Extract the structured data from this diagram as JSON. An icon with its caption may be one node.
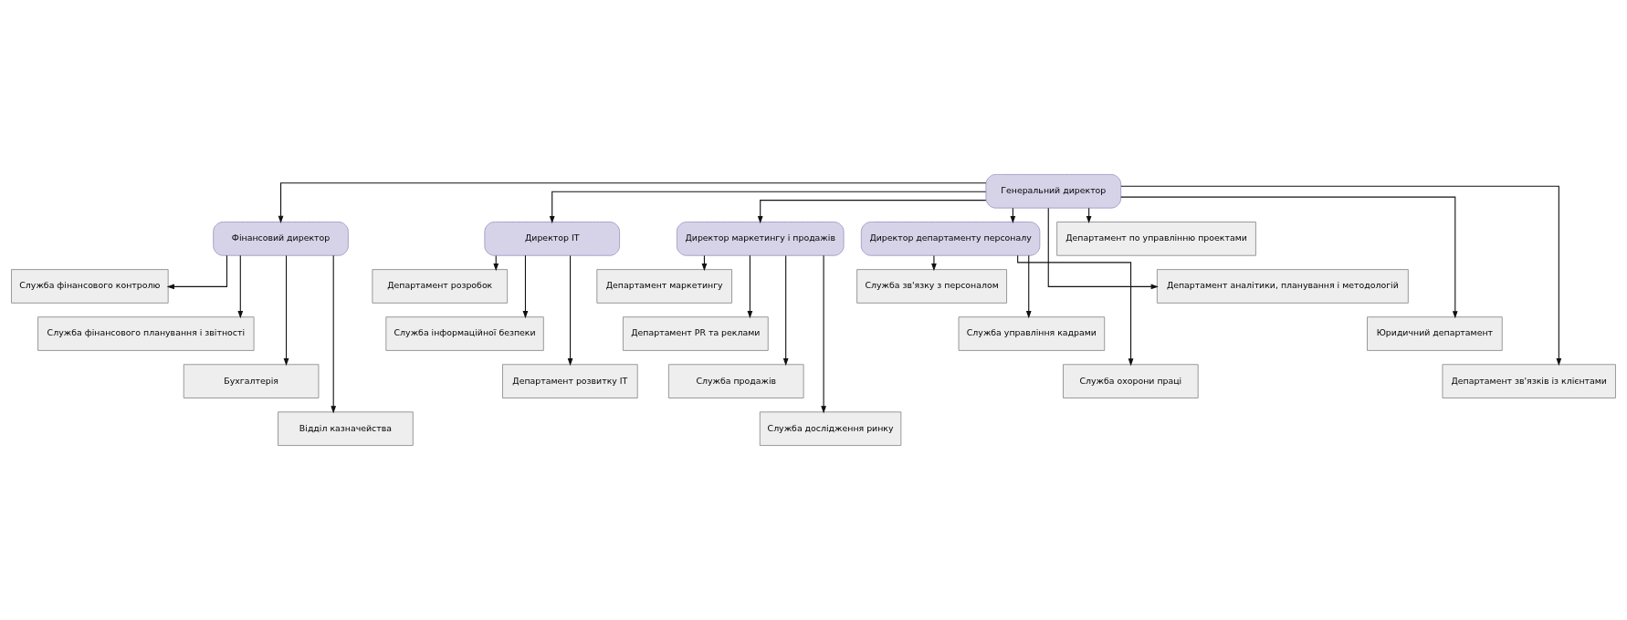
{
  "diagram": {
    "nodes": [
      {
        "text": [
          "Генеральний директор"
        ]
      },
      {
        "text": [
          "Фінансовий директор"
        ]
      },
      {
        "text": [
          "Директор IT"
        ]
      },
      {
        "text": [
          "Директор маркетингу і продажів"
        ]
      },
      {
        "text": [
          "Директор департаменту персоналу"
        ]
      },
      {
        "text": [
          "Департамент по управлінню проектами"
        ]
      },
      {
        "text": [
          "Департамент аналітики, планування і методологій"
        ]
      },
      {
        "text": [
          "Юридичний департамент"
        ]
      },
      {
        "text": [
          "Департамент зв'язків із клієнтами"
        ]
      },
      {
        "text": [
          "Служба фінансового контролю"
        ]
      },
      {
        "text": [
          "Служба фінансового планування і звітності"
        ]
      },
      {
        "text": [
          "Бухгалтерія"
        ]
      },
      {
        "text": [
          "Відділ казначейства"
        ]
      },
      {
        "text": [
          "Департамент розробок"
        ]
      },
      {
        "text": [
          "Служба інформаційної безпеки"
        ]
      },
      {
        "text": [
          "Департамент розвитку IT"
        ]
      },
      {
        "text": [
          "Департамент маркетингу"
        ]
      },
      {
        "text": [
          "Департамент PR та реклами"
        ]
      },
      {
        "text": [
          "Служба продажів"
        ]
      },
      {
        "text": [
          "Служба дослідження ринку"
        ]
      },
      {
        "text": [
          "Служба зв'язку з персоналом"
        ]
      },
      {
        "text": [
          "Служба управління кадрами"
        ]
      },
      {
        "text": [
          "Служба охорони праці"
        ]
      }
    ],
    "edges": [
      {
        "from": 0,
        "to": 1,
        "arrow": "to"
      },
      {
        "from": 0,
        "to": 2,
        "arrow": "to"
      },
      {
        "from": 0,
        "to": 3,
        "arrow": "to"
      },
      {
        "from": 0,
        "to": 4,
        "arrow": "to"
      },
      {
        "from": 0,
        "to": 5,
        "arrow": "to"
      },
      {
        "from": 0,
        "to": 6,
        "arrow": "to"
      },
      {
        "from": 0,
        "to": 7,
        "arrow": "to"
      },
      {
        "from": 0,
        "to": 8,
        "arrow": "to"
      },
      {
        "from": 1,
        "to": 9,
        "arrow": "to"
      },
      {
        "from": 1,
        "to": 10,
        "arrow": "to"
      },
      {
        "from": 1,
        "to": 11,
        "arrow": "to"
      },
      {
        "from": 1,
        "to": 12,
        "arrow": "to"
      },
      {
        "from": 2,
        "to": 13,
        "arrow": "to"
      },
      {
        "from": 2,
        "to": 14,
        "arrow": "to"
      },
      {
        "from": 2,
        "to": 15,
        "arrow": "to"
      },
      {
        "from": 3,
        "to": 16,
        "arrow": "to"
      },
      {
        "from": 3,
        "to": 17,
        "arrow": "to"
      },
      {
        "from": 3,
        "to": 18,
        "arrow": "to"
      },
      {
        "from": 3,
        "to": 19,
        "arrow": "to"
      },
      {
        "from": 4,
        "to": 20,
        "arrow": "to"
      },
      {
        "from": 4,
        "to": 21,
        "arrow": "to"
      },
      {
        "from": 4,
        "to": 22,
        "arrow": "to"
      }
    ]
  }
}
